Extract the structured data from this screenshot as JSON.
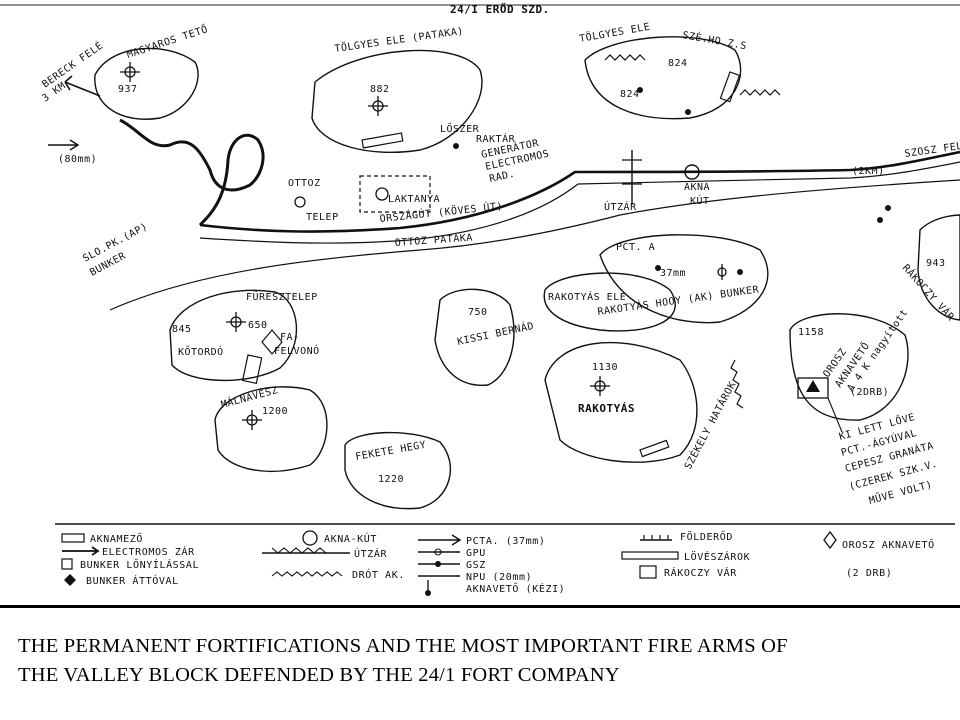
{
  "map": {
    "header": "24/I ERŐD SZD.",
    "places": {
      "magyaros": "MAGYAROS TETŐ",
      "magyaros_elev": "937",
      "tolgyesele_pataka": "TÖLGYES ELE (PATAKA)",
      "tolgyesele_pataka_elev": "882",
      "tolgyesele": "TÖLGYES ELE",
      "sze_hozas": "SZÉ.HO.Z.S",
      "elev_824_a": "824",
      "elev_824_b": "824",
      "bereck": "BERECK FELÉ",
      "bereck_dist": "3 KM",
      "fegyver_80": "(80mm)",
      "ottoz": "OTTOZ",
      "telep": "TELEP",
      "laktanya": "LAKTANYA",
      "loszer": "LŐSZER",
      "raktar": "RAKTÁR",
      "generator1": "GENERÁTOR",
      "generator2": "ELECTROMOS",
      "generator3": "RAD.",
      "orszagut": "ORSZÁGÚT (KÖVES ÚT)",
      "ottoz_pataka": "OTTOZ PATAKA",
      "uzar": "ÚTZÁR",
      "akna_kut1": "AKNA",
      "akna_kut2": "KÚT",
      "szosz_felé": "SZOSZ FELÉ",
      "szosz_dist": "(2KM)",
      "slo_pk1": "SLO.PK.(AP)",
      "slo_pk2": "BUNKER",
      "fureszt1": "FŰRÉSZTELEP",
      "fa_felvono1": "FA-",
      "fa_felvono2": "FELVONÓ",
      "kotordo": "KŐTORDÓ",
      "elev_845": "845",
      "elev_650": "650",
      "kissi_bernad": "KISSI BERNÁD",
      "elev_750": "750",
      "rakotyas_ele": "RAKOTYÁS ELE",
      "rakotyas_bunker": "RAKOTYÁS HOOY (AK) BUNKER",
      "pct_a": "PCT. A",
      "pct_37": "37mm",
      "malnavesz": "MÁLNAVÉSZ",
      "elev_1200": "1200",
      "rakotyas": "RAKOTYÁS",
      "elev_1130": "1130",
      "szekely_hatarok": "SZÉKELY HATÁROK",
      "elev_1158": "1158",
      "orosz1": "OROSZ",
      "orosz2": "AKNAVETŐ",
      "orosz3": "A 4 K nagyított",
      "orosz4": "(2DRB)",
      "fekete_hegy": "FEKETE HEGY",
      "elev_1220": "1220",
      "kilott1": "KI LETT LŐVE",
      "kilott2": "PCT.-ÁGYÚVAL",
      "kilott3": "CEPESZ GRANÁTA",
      "kilott4": "(CZEREK SZK.V.",
      "kilott5": "MŰVE VOLT)",
      "elev_943": "943",
      "rakotyas_var": "RÁKOCZY VÁR"
    },
    "legend": {
      "aknamezo": "AKNAMEZŐ",
      "electromos_zar": "ELECTROMOS ZÁR",
      "bunker_lomyilassal": "BUNKER LŐNYÍLÁSSAL",
      "bunker_attoval": "BUNKER ÁTTÓVAL",
      "akna_kut": "AKNA-KÚT",
      "utzar": "ÚTZÁR",
      "drotak": "DRÓT AK.",
      "pcta": "PCTA. (37mm)",
      "gpu": "GPU",
      "gsz": "GSZ",
      "npu": "NPU (20mm)",
      "aknavetok": "AKNAVETŐ (KÉZI)",
      "foldero": "FÖLDERŐD",
      "lovezarok": "LÖVÉSZÁROK",
      "rakoczy_var": "RÁKOCZY VÁR",
      "orosz": "OROSZ AKNAVETŐ",
      "orosz_drb": "(2 DRB)"
    }
  },
  "caption": {
    "line1": "THE PERMANENT FORTIFICATIONS AND THE MOST IMPORTANT FIRE ARMS OF",
    "line2": "THE VALLEY BLOCK DEFENDED BY THE 24/1 FORT COMPANY"
  }
}
